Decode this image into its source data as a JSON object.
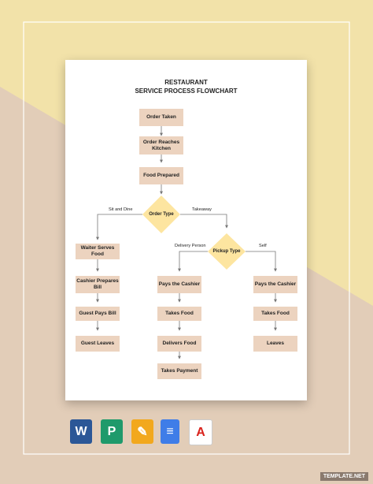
{
  "colors": {
    "box": "#ecd3bf",
    "decision": "#fde5a0",
    "line": "#777777"
  },
  "title_line1": "RESTAURANT",
  "title_line2": "SERVICE PROCESS FLOWCHART",
  "nodes": {
    "order_taken": "Order Taken",
    "order_reaches_kitchen": "Order Reaches Kitchen",
    "food_prepared": "Food Prepared",
    "order_type": "Order Type",
    "waiter_serves_food": "Waiter Serves Food",
    "cashier_prepares_bill": "Cashier Prepares Bill",
    "guest_pays_bill": "Guest Pays Bill",
    "guest_leaves": "Guest Leaves",
    "pickup_type": "Pickup Type",
    "pays_cashier_delivery": "Pays the Cashier",
    "takes_food_delivery": "Takes Food",
    "delivers_food": "Delivers Food",
    "takes_payment": "Takes Payment",
    "pays_cashier_self": "Pays the Cashier",
    "takes_food_self": "Takes Food",
    "leaves": "Leaves"
  },
  "edge_labels": {
    "sit_and_dine": "Sit and Dine",
    "takeaway": "Takeaway",
    "delivery_person": "Delivery Person",
    "self": "Self"
  },
  "app_icons": [
    {
      "name": "word-icon",
      "letter": "W",
      "color": "#2b5797"
    },
    {
      "name": "publisher-icon",
      "letter": "P",
      "color": "#1f9a6b"
    },
    {
      "name": "pages-icon",
      "letter": "✎",
      "color": "#f2a81d"
    },
    {
      "name": "google-docs-icon",
      "letter": "≡",
      "color": "#3f7de8"
    },
    {
      "name": "pdf-icon",
      "letter": "A",
      "color": "#ffffff"
    }
  ],
  "watermark": "TEMPLATE.NET"
}
